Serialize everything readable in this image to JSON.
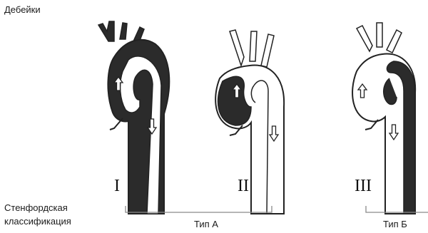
{
  "labels": {
    "debakey": "Дебейки",
    "stanford_line1": "Стенфордская",
    "stanford_line2": "классификация",
    "type_a": "Тип А",
    "type_b": "Тип Б"
  },
  "diagrams": [
    {
      "numeral": "I"
    },
    {
      "numeral": "II"
    },
    {
      "numeral": "III"
    }
  ],
  "colors": {
    "dissection": "#2b2b2b",
    "outline": "#222222",
    "bracket": "#8a8a8a"
  }
}
